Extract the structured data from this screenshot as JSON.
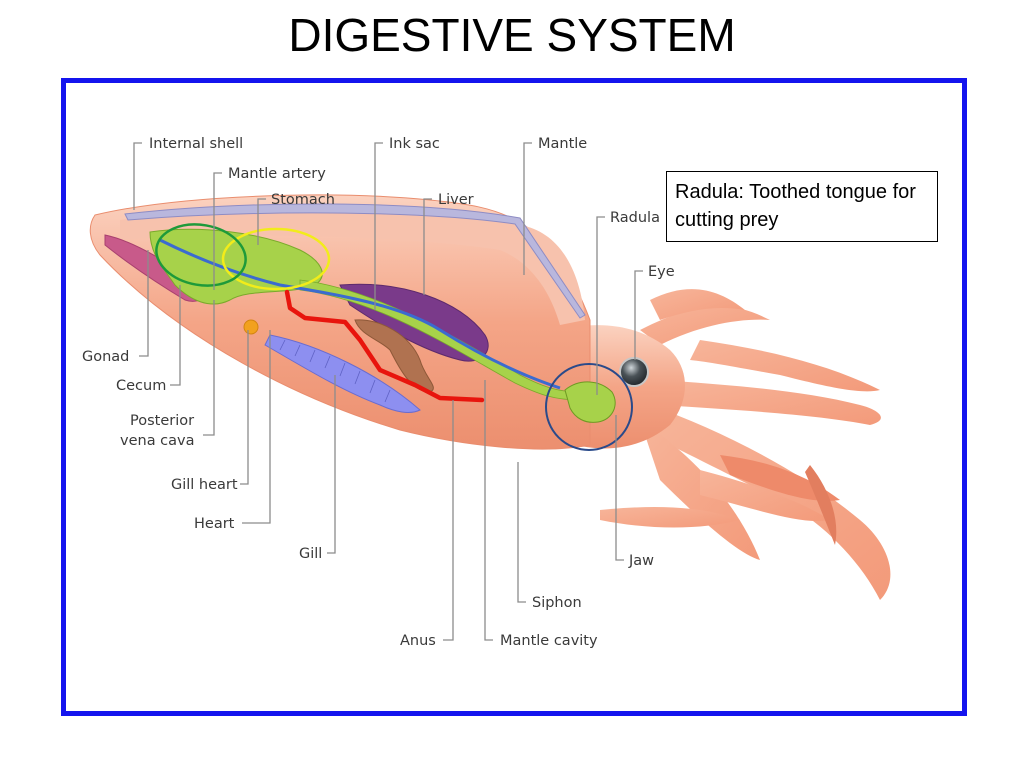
{
  "slide": {
    "title": "DIGESTIVE SYSTEM"
  },
  "diagram": {
    "labels": {
      "internal_shell": "Internal shell",
      "mantle_artery": "Mantle artery",
      "stomach": "Stomach",
      "ink_sac": "Ink sac",
      "liver": "Liver",
      "mantle": "Mantle",
      "radula": "Radula",
      "eye": "Eye",
      "gonad": "Gonad",
      "cecum": "Cecum",
      "posterior_vena_cava_1": "Posterior",
      "posterior_vena_cava_2": "vena cava",
      "gill_heart": "Gill heart",
      "heart": "Heart",
      "gill": "Gill",
      "anus": "Anus",
      "mantle_cavity": "Mantle cavity",
      "siphon": "Siphon",
      "jaw": "Jaw"
    },
    "callout": {
      "text": "Radula: Toothed tongue for cutting prey"
    },
    "colors": {
      "frame": "#1414ee",
      "body": "#f4a587",
      "digestive_path": "#e8150d",
      "stomach_highlight": "#f2ec1a",
      "cecum_highlight": "#1e9a3a",
      "radula_highlight": "#2a4a8a"
    }
  }
}
